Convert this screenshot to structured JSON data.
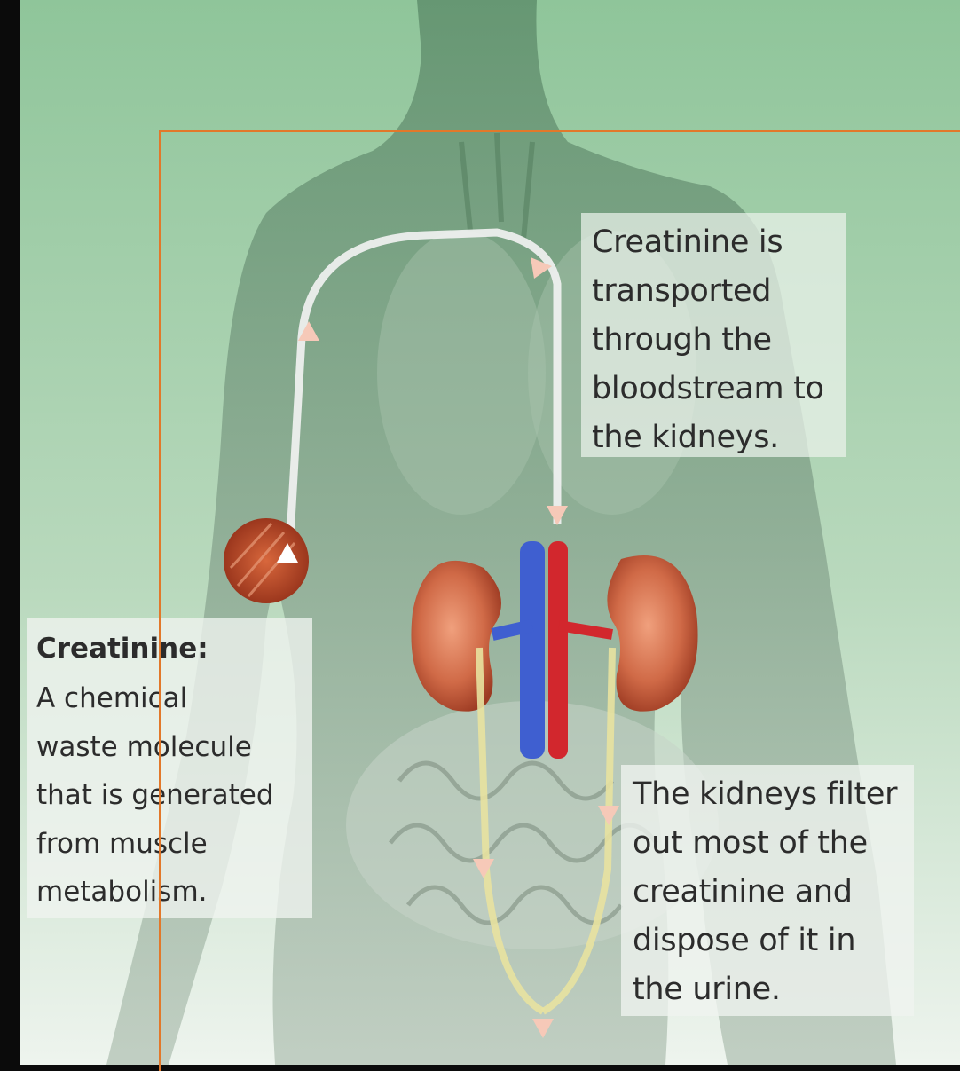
{
  "labels": {
    "creatinine_title": "Creatinine:",
    "creatinine_body": [
      "A chemical",
      "waste molecule",
      "that is generated",
      "from muscle",
      "metabolism."
    ],
    "transport_lines": [
      "Creatinine is",
      "transported",
      "through the",
      "bloodstream to",
      "the kidneys."
    ],
    "filter_lines": [
      "The kidneys filter",
      "out most of the",
      "creatinine and",
      "dispose of it in",
      "the urine."
    ]
  },
  "colors": {
    "background": "#0b0b0b",
    "illustration_green": "#8fc59a",
    "muscle": "#c4532b",
    "kidney": "#d06a47",
    "vein": "#3f5fd0",
    "artery": "#d2272d",
    "urine_path": "#e8e2a0",
    "selection_frame": "#e2782a"
  }
}
